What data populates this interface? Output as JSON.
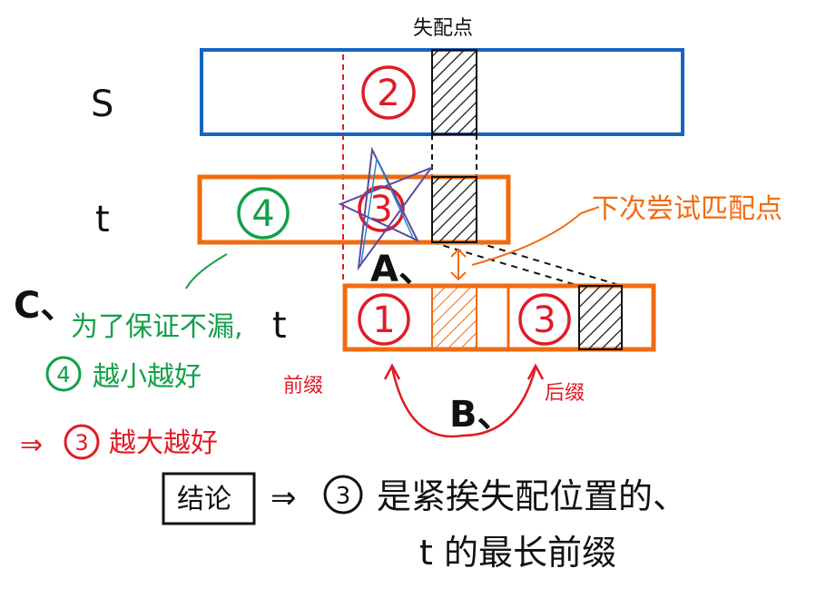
{
  "labels": {
    "mismatch_point": "失配点",
    "s_label": "S",
    "t_label_top": "t",
    "t_label_bottom": "t",
    "next_try": "下次尝试匹配点",
    "mark_a": "A、",
    "mark_b": "B、",
    "mark_c": "C、",
    "prefix": "前缀",
    "suffix": "后缀"
  },
  "circles": {
    "one": "1",
    "two": "2",
    "three_top": "3",
    "three_bottom": "3",
    "four": "4"
  },
  "notes": {
    "line1": "为了保证不漏,",
    "line2_num": "4",
    "line2_text": "越小越好",
    "line3_arrow": "⇒",
    "line3_num": "3",
    "line3_text": "越大越好"
  },
  "conclusion": {
    "box_label": "结论",
    "arrow": "⇒",
    "num": "3",
    "line1": "是紧挨失配位置的、",
    "line2": "t 的最长前缀"
  },
  "colors": {
    "blue": "#1565c0",
    "orange": "#f26b0f",
    "red": "#e01b24",
    "green": "#12a049",
    "black": "#111111"
  }
}
